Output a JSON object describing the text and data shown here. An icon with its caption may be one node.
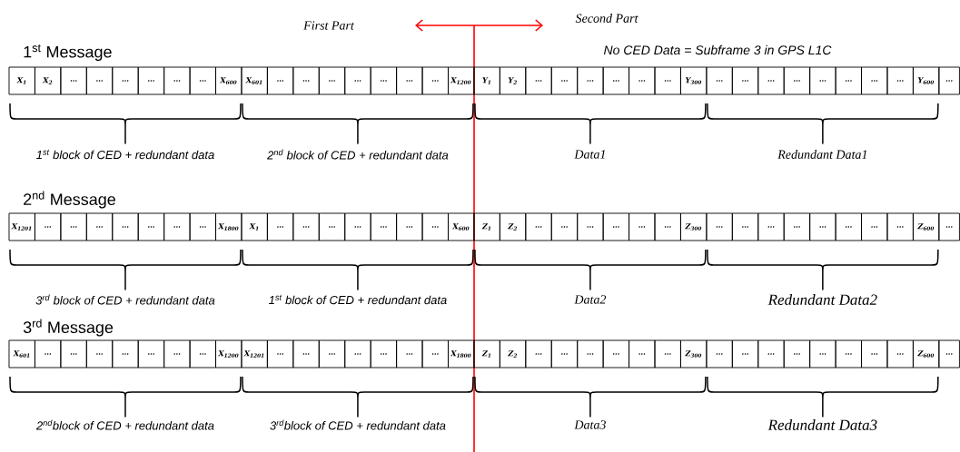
{
  "diagram": {
    "nodes": [
      {
        "text": [
          "X$_{1}$"
        ]
      },
      {
        "text": [
          "X$_{2}$"
        ]
      },
      {
        "text": [
          "…"
        ]
      },
      {
        "text": [
          "…"
        ]
      },
      {
        "text": [
          "…"
        ]
      },
      {
        "text": [
          "…"
        ]
      },
      {
        "text": [
          "…"
        ]
      },
      {
        "text": [
          "…"
        ]
      },
      {
        "text": [
          "X$_{600}$"
        ]
      },
      {
        "text": [
          "X$_{601}$"
        ]
      },
      {
        "text": [
          "…"
        ]
      },
      {
        "text": [
          "…"
        ]
      },
      {
        "text": [
          "…"
        ]
      },
      {
        "text": [
          "…"
        ]
      },
      {
        "text": [
          "…"
        ]
      },
      {
        "text": [
          "…"
        ]
      },
      {
        "text": [
          "…"
        ]
      },
      {
        "text": [
          "X$_{1200}$"
        ]
      },
      {
        "text": [
          "Y$_{1}$"
        ]
      },
      {
        "text": [
          "Y$_{2}$"
        ]
      },
      {
        "text": [
          "…"
        ]
      },
      {
        "text": [
          "…"
        ]
      },
      {
        "text": [
          "…"
        ]
      },
      {
        "text": [
          "…"
        ]
      },
      {
        "text": [
          "…"
        ]
      },
      {
        "text": [
          "…"
        ]
      },
      {
        "text": [
          "Y$_{300}$"
        ]
      },
      {
        "text": [
          "…"
        ]
      },
      {
        "text": [
          "…"
        ]
      },
      {
        "text": [
          "…"
        ]
      },
      {
        "text": [
          "…"
        ]
      },
      {
        "text": [
          "…"
        ]
      },
      {
        "text": [
          "…"
        ]
      },
      {
        "text": [
          "…"
        ]
      },
      {
        "text": [
          "…"
        ]
      },
      {
        "text": [
          "Y$_{600}$"
        ]
      },
      {
        "text": [
          "…"
        ]
      },
      {
        "text": [
          "X$_{1201}$"
        ]
      },
      {
        "text": [
          "…"
        ]
      },
      {
        "text": [
          "…"
        ]
      },
      {
        "text": [
          "…"
        ]
      },
      {
        "text": [
          "…"
        ]
      },
      {
        "text": [
          "…"
        ]
      },
      {
        "text": [
          "…"
        ]
      },
      {
        "text": [
          "…"
        ]
      },
      {
        "text": [
          "X$_{1800}$"
        ]
      },
      {
        "text": [
          "X$_{1}$"
        ]
      },
      {
        "text": [
          "…"
        ]
      },
      {
        "text": [
          "…"
        ]
      },
      {
        "text": [
          "…"
        ]
      },
      {
        "text": [
          "…"
        ]
      },
      {
        "text": [
          "…"
        ]
      },
      {
        "text": [
          "…"
        ]
      },
      {
        "text": [
          "…"
        ]
      },
      {
        "text": [
          "X$_{600}$"
        ]
      },
      {
        "text": [
          "Z$_{1}$"
        ]
      },
      {
        "text": [
          "Z$_{2}$"
        ]
      },
      {
        "text": [
          "…"
        ]
      },
      {
        "text": [
          "…"
        ]
      },
      {
        "text": [
          "…"
        ]
      },
      {
        "text": [
          "…"
        ]
      },
      {
        "text": [
          "…"
        ]
      },
      {
        "text": [
          "…"
        ]
      },
      {
        "text": [
          "Z$_{300}$"
        ]
      },
      {
        "text": [
          "…"
        ]
      },
      {
        "text": [
          "…"
        ]
      },
      {
        "text": [
          "…"
        ]
      },
      {
        "text": [
          "…"
        ]
      },
      {
        "text": [
          "…"
        ]
      },
      {
        "text": [
          "…"
        ]
      },
      {
        "text": [
          "…"
        ]
      },
      {
        "text": [
          "…"
        ]
      },
      {
        "text": [
          "Z$_{600}$"
        ]
      },
      {
        "text": [
          "…"
        ]
      },
      {
        "text": [
          "X$_{601}$"
        ]
      },
      {
        "text": [
          "…"
        ]
      },
      {
        "text": [
          "…"
        ]
      },
      {
        "text": [
          "…"
        ]
      },
      {
        "text": [
          "…"
        ]
      },
      {
        "text": [
          "…"
        ]
      },
      {
        "text": [
          "…"
        ]
      },
      {
        "text": [
          "…"
        ]
      },
      {
        "text": [
          "X$_{1200}$"
        ]
      },
      {
        "text": [
          "X$_{1201}$"
        ]
      },
      {
        "text": [
          "…"
        ]
      },
      {
        "text": [
          "…"
        ]
      },
      {
        "text": [
          "…"
        ]
      },
      {
        "text": [
          "…"
        ]
      },
      {
        "text": [
          "…"
        ]
      },
      {
        "text": [
          "…"
        ]
      },
      {
        "text": [
          "…"
        ]
      },
      {
        "text": [
          "X$_{1800}$"
        ]
      },
      {
        "text": [
          "Z$_{1}$"
        ]
      },
      {
        "text": [
          "Z$_{2}$"
        ]
      },
      {
        "text": [
          "…"
        ]
      },
      {
        "text": [
          "…"
        ]
      },
      {
        "text": [
          "…"
        ]
      },
      {
        "text": [
          "…"
        ]
      },
      {
        "text": [
          "…"
        ]
      },
      {
        "text": [
          "…"
        ]
      },
      {
        "text": [
          "Z$_{300}$"
        ]
      },
      {
        "text": [
          "…"
        ]
      },
      {
        "text": [
          "…"
        ]
      },
      {
        "text": [
          "…"
        ]
      },
      {
        "text": [
          "…"
        ]
      },
      {
        "text": [
          "…"
        ]
      },
      {
        "text": [
          "…"
        ]
      },
      {
        "text": [
          "…"
        ]
      },
      {
        "text": [
          "…"
        ]
      },
      {
        "text": [
          "Z$_{600}$"
        ]
      },
      {
        "text": [
          "…"
        ]
      }
    ],
    "labels": [
      "First Part",
      "Second Part",
      "1$^{st}$ Message",
      "No CED Data = Subframe 3 in GPS L1C",
      "1$^{st}$ block of CED + redundant data",
      "2$^{nd}$ block of CED + redundant data",
      "Data1",
      "Redundant Data1",
      "2$^{nd}$  Message",
      "3$^{rd}$ block of CED + redundant data",
      "1$^{st}$ block of CED + redundant data",
      "Data2",
      "Redundant Data2",
      "3$^{rd}$  Message",
      "2$^{nd}$block of CED + redundant data",
      "3$^{rd}$block of CED + redundant data",
      "Data3",
      "Redundant Data3"
    ]
  }
}
